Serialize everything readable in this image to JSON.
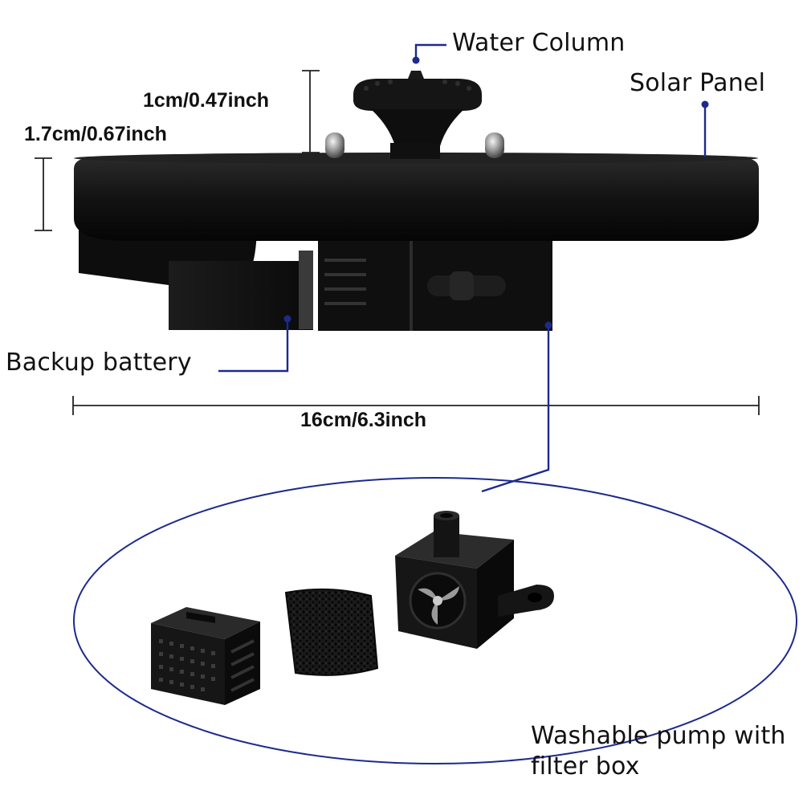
{
  "labels": {
    "water_column": "Water Column",
    "solar_panel": "Solar Panel",
    "backup_battery": "Backup battery",
    "pump_line1": "Washable pump with",
    "pump_line2": "filter box"
  },
  "dimensions": {
    "nozzle_height": "1cm/0.47inch",
    "panel_thickness": "1.7cm/0.67inch",
    "diameter": "16cm/6.3inch"
  },
  "colors": {
    "leader": "#1c2a8c",
    "dimension_line": "#222222",
    "body": "#141414",
    "background": "#ffffff"
  }
}
